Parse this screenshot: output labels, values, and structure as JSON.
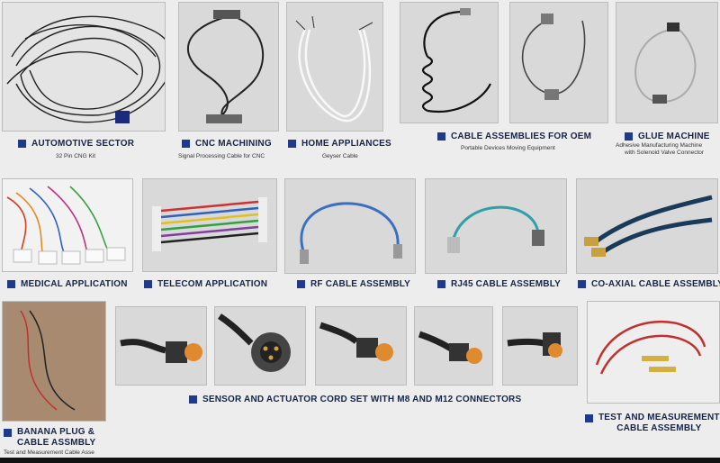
{
  "sections": {
    "automotive": {
      "title": "AUTOMOTIVE SECTOR",
      "subtitle": "32 Pin CNG Kit"
    },
    "cnc": {
      "title": "CNC MACHINING",
      "subtitle": "Signal Processing Cable for CNC"
    },
    "home": {
      "title": "HOME APPLIANCES",
      "subtitle": "Geyser Cable"
    },
    "oem": {
      "title": "CABLE ASSEMBLIES FOR OEM",
      "subtitle": "Portable Devices Moving Equipment"
    },
    "glue": {
      "title": "GLUE MACHINE",
      "subtitle_line1": "Adhesive Manufacturing Machine",
      "subtitle_line2": "with Solenoid Valve Connector"
    },
    "medical": {
      "title": "MEDICAL APPLICATION"
    },
    "telecom": {
      "title": "TELECOM APPLICATION"
    },
    "rf": {
      "title": "RF CABLE ASSEMBLY"
    },
    "rj45": {
      "title": "RJ45 CABLE ASSEMBLY"
    },
    "coaxial": {
      "title": "CO-AXIAL CABLE ASSEMBLY"
    },
    "banana": {
      "title_line1": "BANANA PLUG &",
      "title_line2": "CABLE ASSMBLY",
      "subtitle": "Test and Measurement Cable Asse"
    },
    "sensor": {
      "title": "SENSOR AND ACTUATOR CORD SET WITH M8 AND M12 CONNECTORS"
    },
    "test": {
      "title_line1": "TEST AND MEASUREMENT",
      "title_line2": "CABLE ASSEMBLY"
    }
  },
  "colors": {
    "bullet": "#1f3a8a",
    "caption_text": "#16244a"
  }
}
